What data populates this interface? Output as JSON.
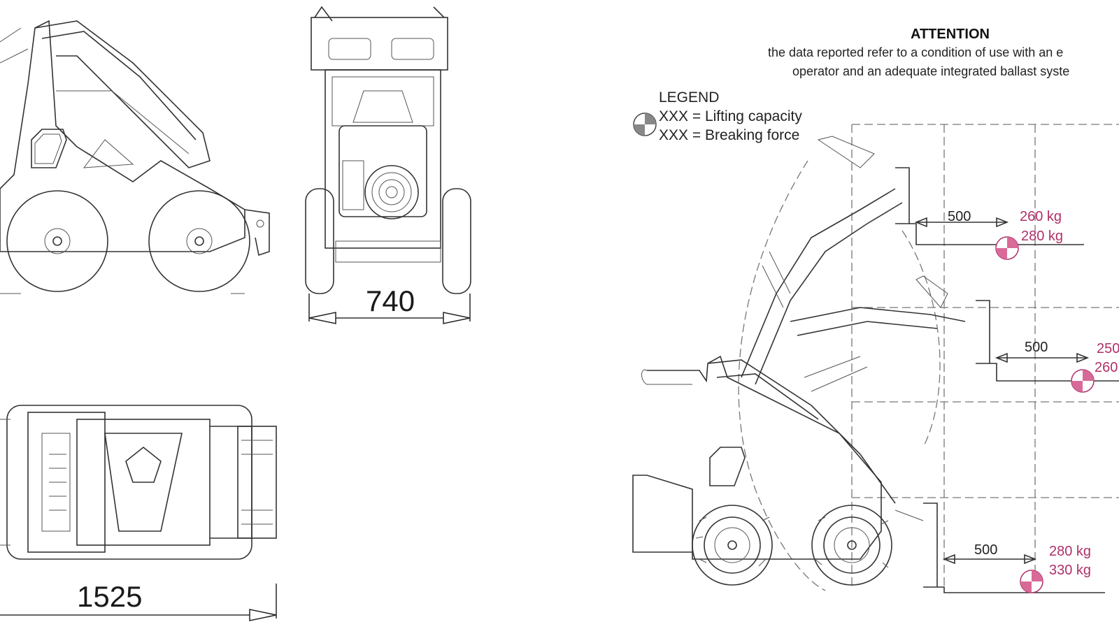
{
  "front_view": {
    "width_dim": "740"
  },
  "top_view": {
    "length_dim": "1525"
  },
  "attention": {
    "title": "ATTENTION",
    "line1": "the data reported refer to a condition of use with an e",
    "line2": "operator and an adequate integrated ballast syste"
  },
  "legend": {
    "title": "LEGEND",
    "lifting": "XXX = Lifting capacity",
    "breaking": "XXX = Breaking force"
  },
  "positions": [
    {
      "distance": "500",
      "lifting": "260 kg",
      "breaking": "280 kg"
    },
    {
      "distance": "500",
      "lifting": "250",
      "breaking": "260"
    },
    {
      "distance": "500",
      "lifting": "280 kg",
      "breaking": "330 kg"
    }
  ],
  "colors": {
    "load": "#b0306a",
    "line": "#333333"
  }
}
